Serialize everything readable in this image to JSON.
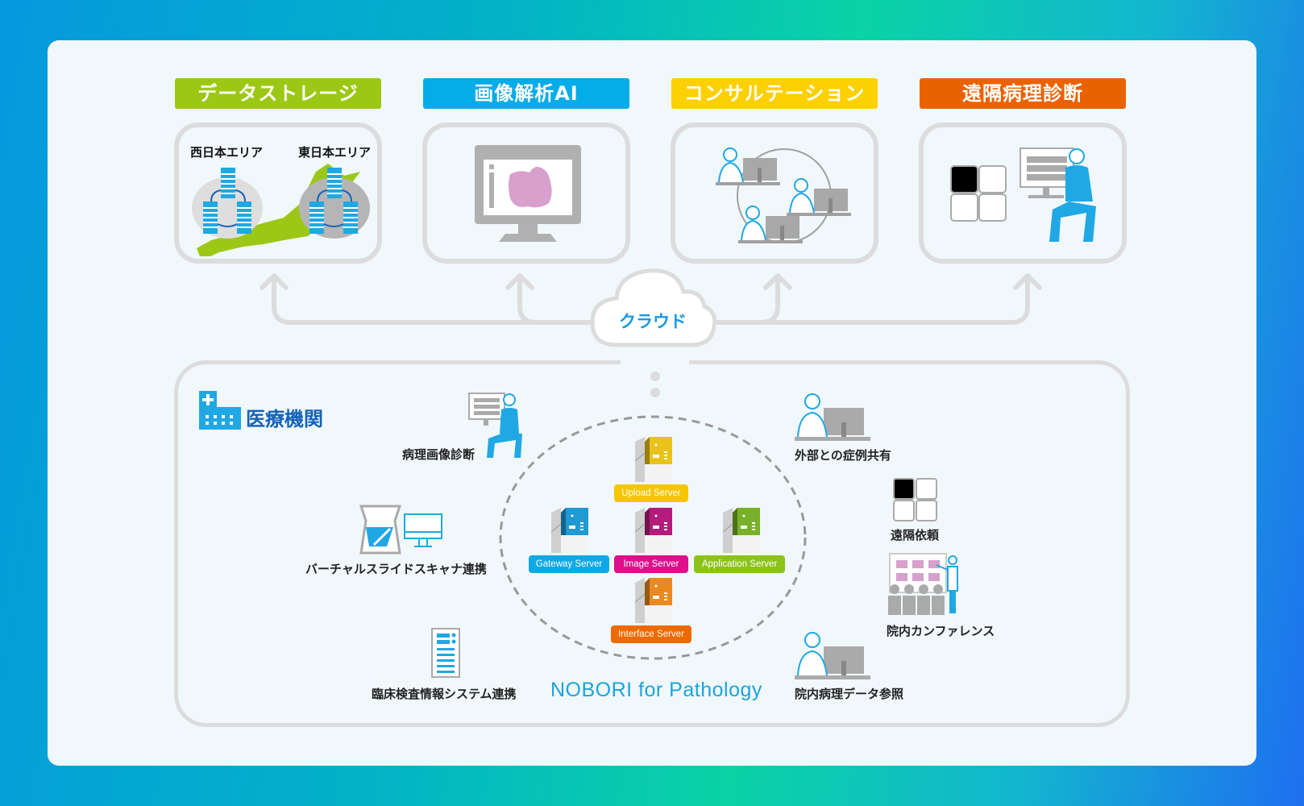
{
  "categories": [
    {
      "label": "データストレージ",
      "color": "#9cc815",
      "icon": "data-storage-japan-map"
    },
    {
      "label": "画像解析AI",
      "color": "#04ace8",
      "icon": "monitor-tissue-image"
    },
    {
      "label": "コンサルテーション",
      "color": "#fdd000",
      "icon": "consultation-doctors"
    },
    {
      "label": "遠隔病理診断",
      "color": "#ea6200",
      "icon": "remote-diagnosis-doctor"
    }
  ],
  "storage": {
    "west_label": "西日本エリア",
    "east_label": "東日本エリア"
  },
  "cloud": {
    "label": "クラウド"
  },
  "organization": {
    "title": "医療機関",
    "icon": "hospital-icon"
  },
  "features_left": [
    {
      "label": "病理画像診断",
      "icon": "doctor-at-monitor"
    },
    {
      "label": "バーチャルスライドスキャナ連携",
      "icon": "scanner-monitor"
    },
    {
      "label": "臨床検査情報システム連携",
      "icon": "lis-document"
    }
  ],
  "features_right": [
    {
      "label": "外部との症例共有",
      "icon": "doctor-at-pc"
    },
    {
      "label": "遠隔依頼",
      "icon": "grid-squares"
    },
    {
      "label": "院内カンファレンス",
      "icon": "conference"
    },
    {
      "label": "院内病理データ参照",
      "icon": "doctor-at-pc"
    }
  ],
  "servers": [
    {
      "name": "Upload Server",
      "color": "#f5c600",
      "body": "#e9c31c"
    },
    {
      "name": "Gateway Server",
      "color": "#0fa8e6",
      "body": "#1f9ad3"
    },
    {
      "name": "Image Server",
      "color": "#dd0f8b",
      "body": "#b41b7a"
    },
    {
      "name": "Application Server",
      "color": "#8cc31a",
      "body": "#79b02a"
    },
    {
      "name": "Interface Server",
      "color": "#ee6a00",
      "body": "#e98a20"
    }
  ],
  "product": {
    "name": "NOBORI for Pathology"
  }
}
